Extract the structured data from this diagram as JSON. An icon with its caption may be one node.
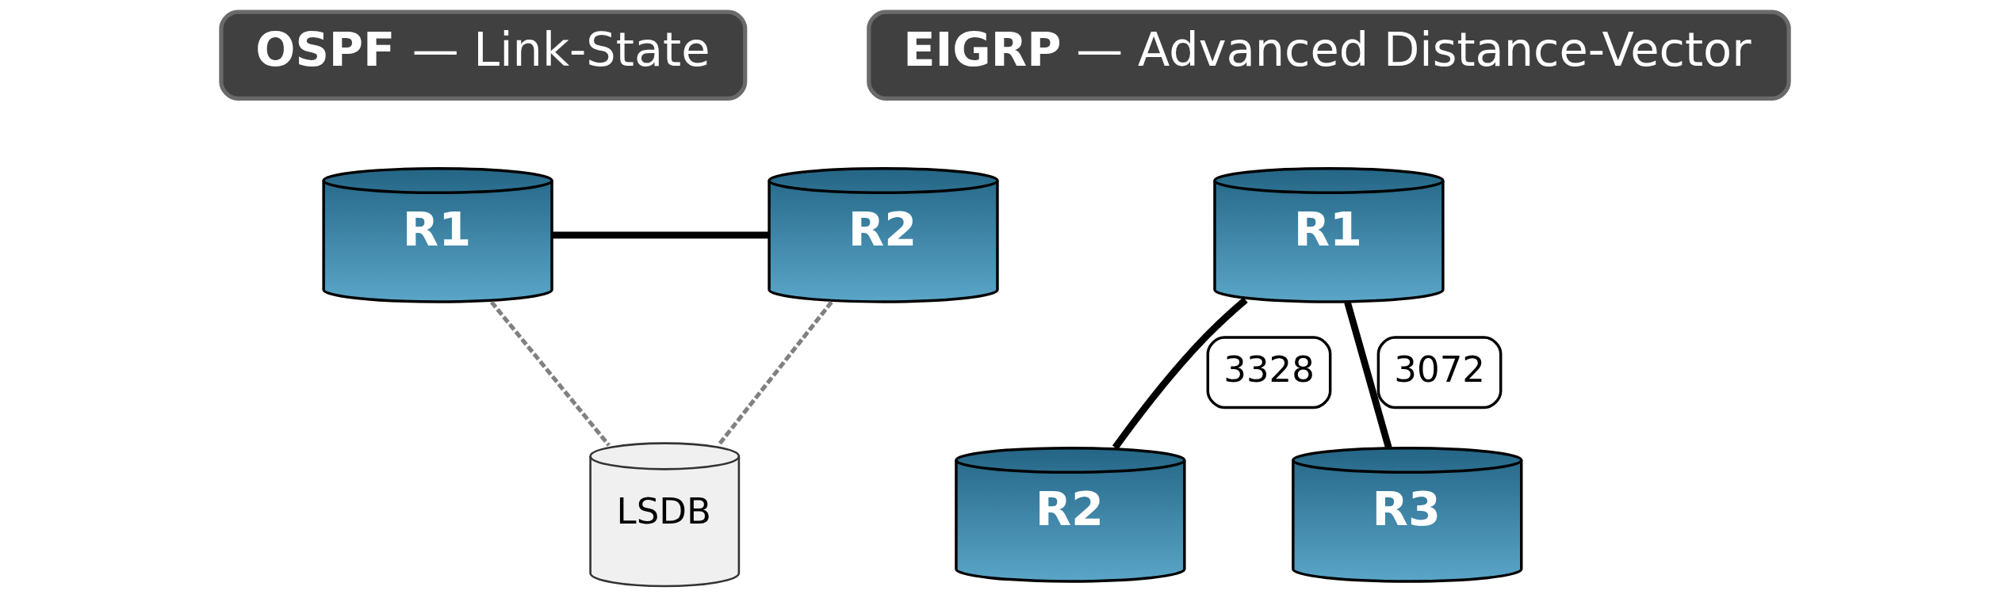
{
  "diagram": {
    "nodes": [
      {
        "text": [
          "**OSPF** — Link-State"
        ]
      },
      {
        "text": [
          "R1"
        ]
      },
      {
        "text": [
          "R2"
        ]
      },
      {
        "text": [
          "LSDB"
        ]
      },
      {
        "text": [
          "**EIGRP** — Advanced Distance-Vector"
        ]
      },
      {
        "text": [
          "R1"
        ]
      },
      {
        "text": [
          "R2"
        ]
      },
      {
        "text": [
          "R3"
        ]
      }
    ],
    "edges": [
      {
        "from": 1,
        "to": 2,
        "arrow": "none"
      },
      {
        "from": 1,
        "to": 3,
        "arrow": "none",
        "style": "dashed",
        "color": "#808080"
      },
      {
        "from": 2,
        "to": 3,
        "arrow": "none",
        "style": "dashed",
        "color": "#808080"
      },
      {
        "from": 5,
        "to": 6,
        "arrow": "none",
        "label": "3328"
      },
      {
        "from": 5,
        "to": 7,
        "arrow": "none",
        "label": "3072"
      }
    ]
  }
}
